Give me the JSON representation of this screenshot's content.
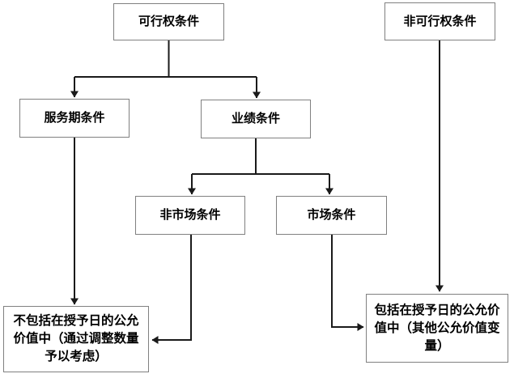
{
  "diagram": {
    "type": "flowchart",
    "background": "#ffffff",
    "colors": {
      "box_border": "#808080",
      "box_fill": "#ffffff",
      "line": "#1a1a1a",
      "text": "#000000"
    },
    "nodes": {
      "vesting": {
        "label": "可行权条件"
      },
      "non_vesting": {
        "label": "非可行权条件"
      },
      "service_period": {
        "label": "服务期条件"
      },
      "performance": {
        "label": "业绩条件"
      },
      "non_market": {
        "label": "非市场条件"
      },
      "market": {
        "label": "市场条件"
      },
      "excluded_fv": {
        "label": "不包括在授予日的公允\n价值中（通过调整数量\n予以考虑）"
      },
      "included_fv": {
        "label": "包括在授予日的公允价\n值中（其他公允价值变\n量）"
      }
    },
    "edges": [
      {
        "from": "可行权条件",
        "to": "服务期条件"
      },
      {
        "from": "可行权条件",
        "to": "业绩条件"
      },
      {
        "from": "业绩条件",
        "to": "非市场条件"
      },
      {
        "from": "业绩条件",
        "to": "市场条件"
      },
      {
        "from": "服务期条件",
        "to": "不包括在授予日的公允价值中（通过调整数量予以考虑）"
      },
      {
        "from": "非市场条件",
        "to": "不包括在授予日的公允价值中（通过调整数量予以考虑）"
      },
      {
        "from": "市场条件",
        "to": "包括在授予日的公允价值中（其他公允价值变量）"
      },
      {
        "from": "非可行权条件",
        "to": "包括在授予日的公允价值中（其他公允价值变量）"
      }
    ]
  }
}
